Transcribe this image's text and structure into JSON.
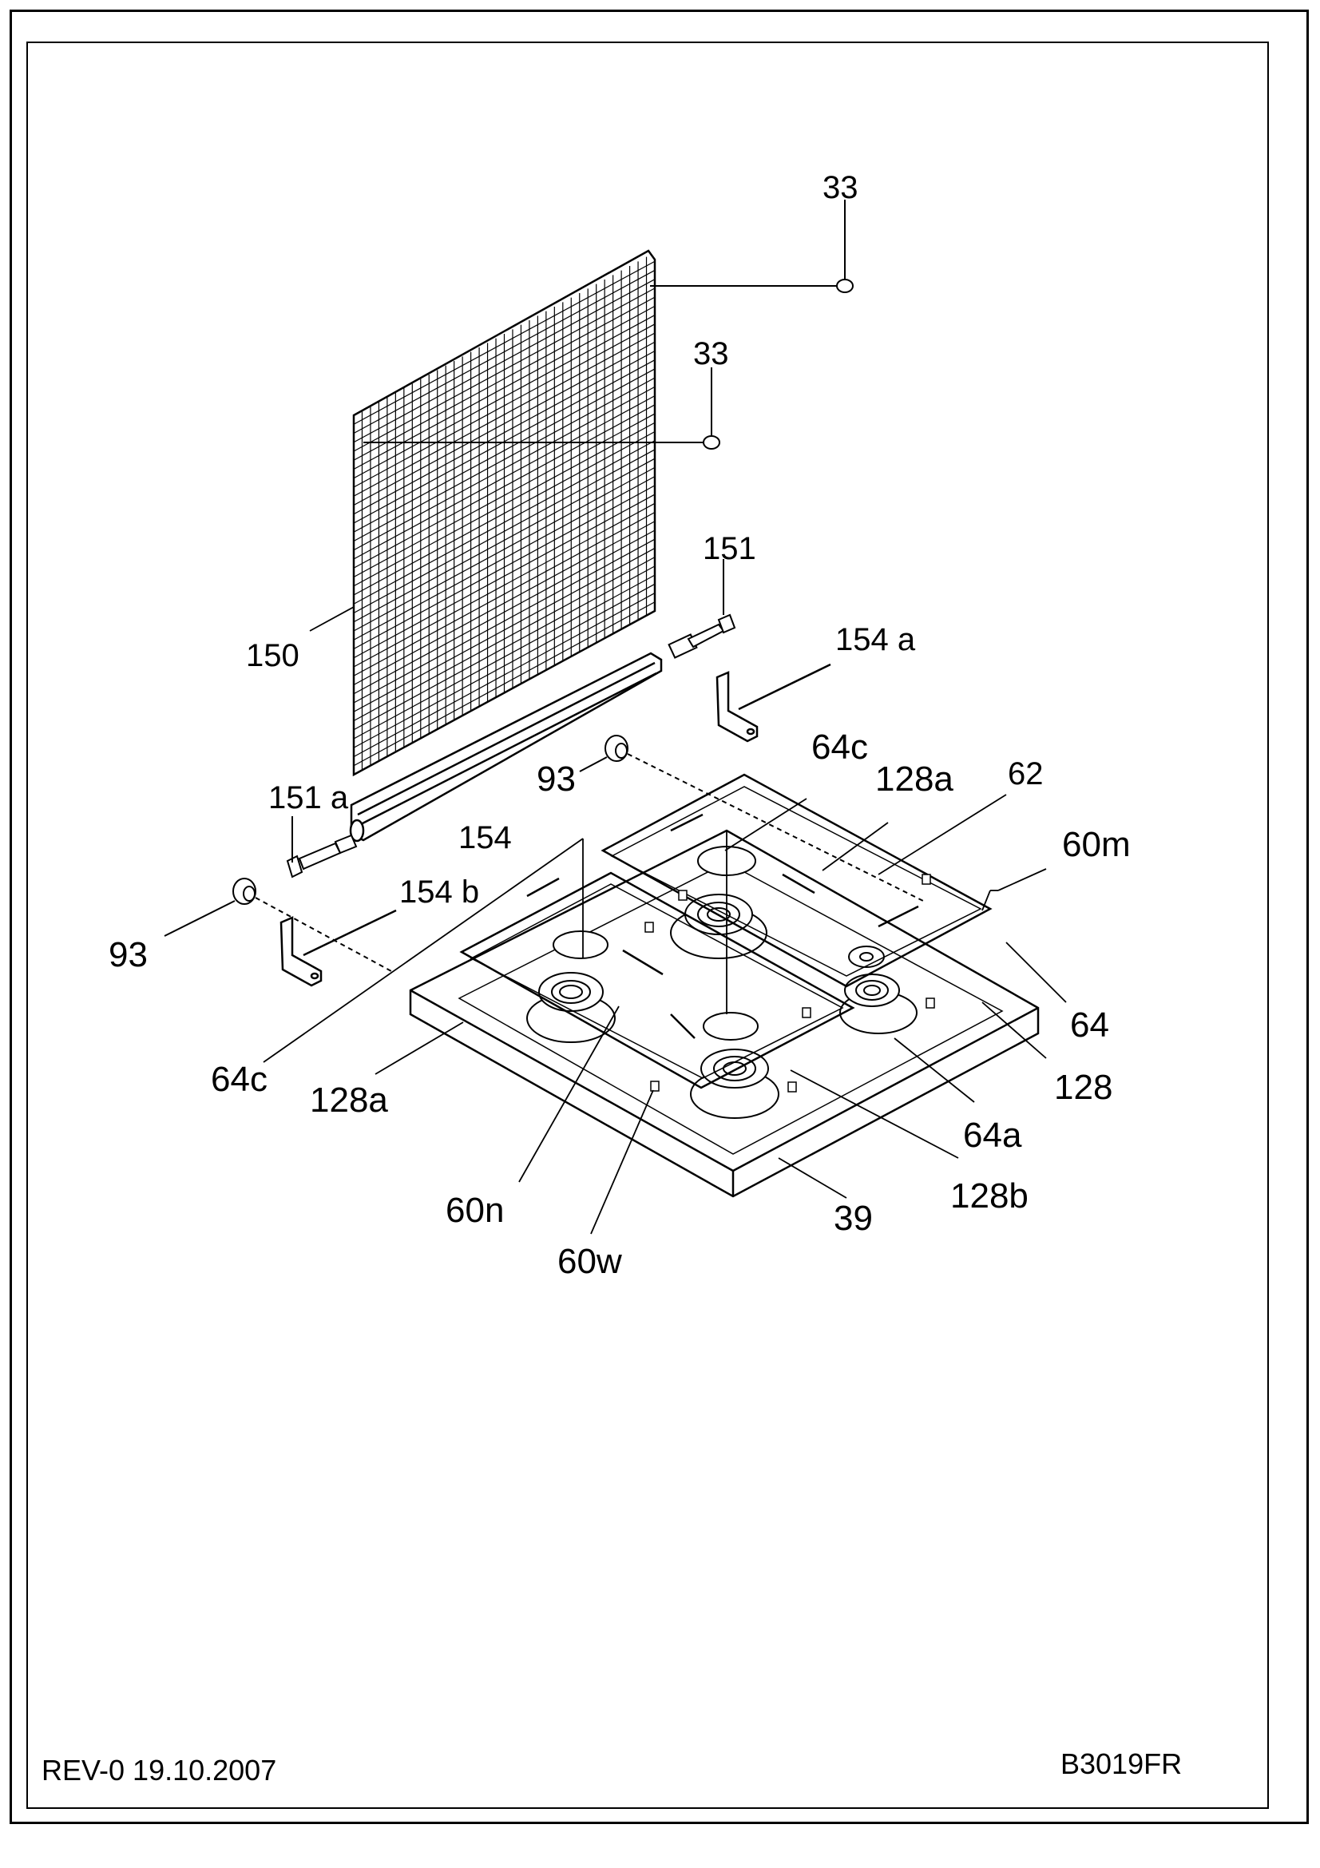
{
  "labels": {
    "l33a": "33",
    "l33b": "33",
    "l151": "151",
    "l154a": "154 a",
    "l150": "150",
    "l93a": "93",
    "l64c_top": "64c",
    "l128a_top": "128a",
    "l62": "62",
    "l151a": "151 a",
    "l154": "154",
    "l60m": "60m",
    "l154b": "154 b",
    "l93b": "93",
    "l64": "64",
    "l64c_left": "64c",
    "l128a_left": "128a",
    "l128": "128",
    "l64a": "64a",
    "l60n": "60n",
    "l39": "39",
    "l128b": "128b",
    "l60w": "60w"
  },
  "footer": {
    "revision": "REV-0  19.10.2007",
    "code": "B3019FR"
  }
}
